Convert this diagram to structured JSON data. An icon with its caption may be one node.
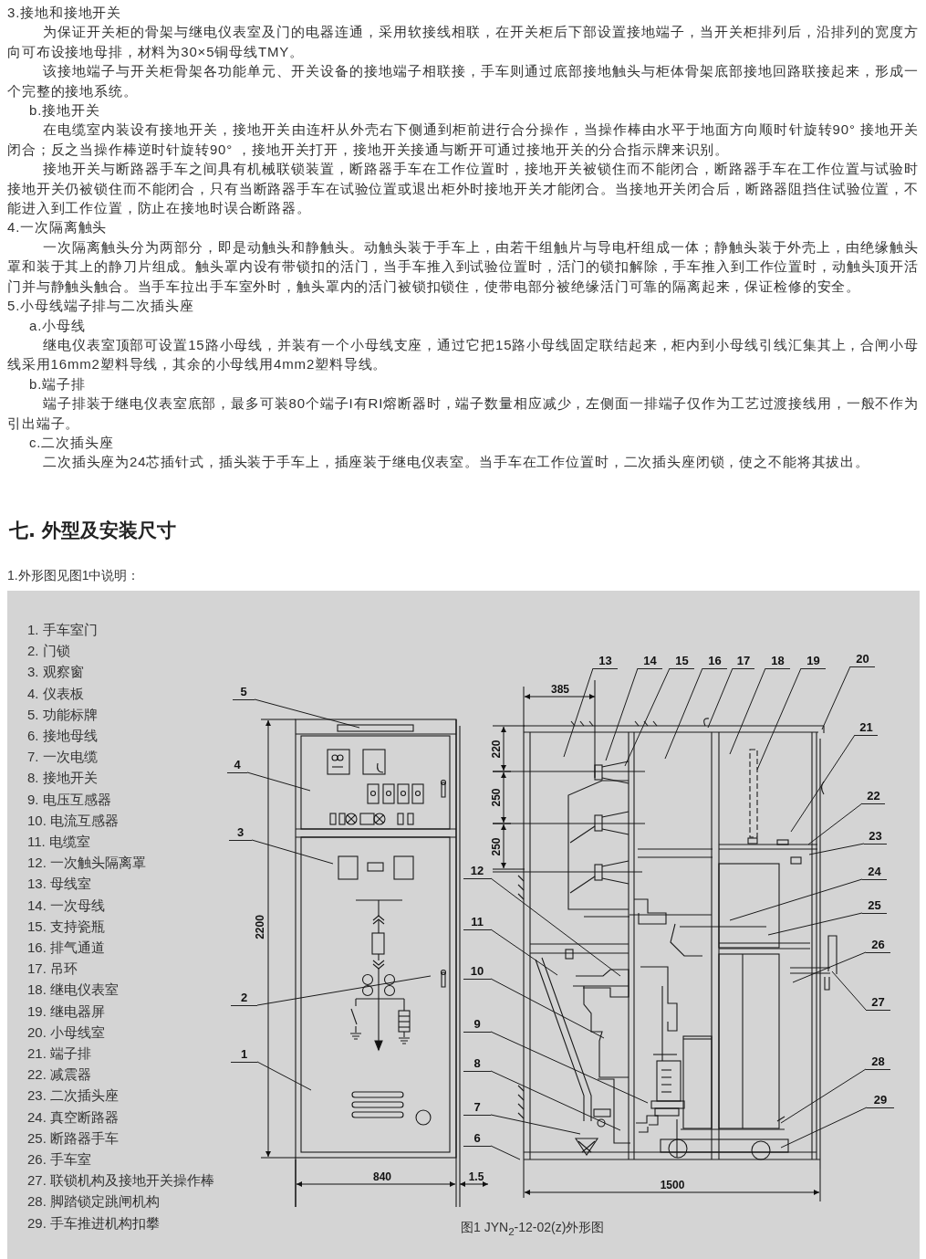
{
  "diagram": {
    "caption": "图1 JYN$_{2}$-12-02(z)外形图",
    "nodes": [
      {
        "text": [
          "1"
        ]
      },
      {
        "text": [
          "2"
        ]
      },
      {
        "text": [
          "3"
        ]
      },
      {
        "text": [
          "4"
        ]
      },
      {
        "text": [
          "5"
        ]
      },
      {
        "text": [
          "6"
        ]
      },
      {
        "text": [
          "7"
        ]
      },
      {
        "text": [
          "8"
        ]
      },
      {
        "text": [
          "9"
        ]
      },
      {
        "text": [
          "10"
        ]
      },
      {
        "text": [
          "11"
        ]
      },
      {
        "text": [
          "12"
        ]
      },
      {
        "text": [
          "13"
        ]
      },
      {
        "text": [
          "14"
        ]
      },
      {
        "text": [
          "15"
        ]
      },
      {
        "text": [
          "16"
        ]
      },
      {
        "text": [
          "17"
        ]
      },
      {
        "text": [
          "18"
        ]
      },
      {
        "text": [
          "19"
        ]
      },
      {
        "text": [
          "20"
        ]
      },
      {
        "text": [
          "21"
        ]
      },
      {
        "text": [
          "22"
        ]
      },
      {
        "text": [
          "23"
        ]
      },
      {
        "text": [
          "24"
        ]
      },
      {
        "text": [
          "25"
        ]
      },
      {
        "text": [
          "26"
        ]
      },
      {
        "text": [
          "27"
        ]
      },
      {
        "text": [
          "28"
        ]
      },
      {
        "text": [
          "29"
        ]
      }
    ],
    "edges": [
      {
        "from": 0,
        "to": null,
        "arrow": "none"
      },
      {
        "from": 1,
        "to": null,
        "arrow": "none"
      },
      {
        "from": 2,
        "to": null,
        "arrow": "none"
      },
      {
        "from": 3,
        "to": null,
        "arrow": "none"
      },
      {
        "from": 4,
        "to": null,
        "arrow": "none"
      },
      {
        "from": 5,
        "to": null,
        "arrow": "none"
      },
      {
        "from": 6,
        "to": null,
        "arrow": "none"
      },
      {
        "from": 7,
        "to": null,
        "arrow": "none"
      },
      {
        "from": 8,
        "to": null,
        "arrow": "none"
      },
      {
        "from": 9,
        "to": null,
        "arrow": "none"
      },
      {
        "from": 10,
        "to": null,
        "arrow": "none"
      },
      {
        "from": 11,
        "to": null,
        "arrow": "none"
      },
      {
        "from": 12,
        "to": null,
        "arrow": "none"
      },
      {
        "from": 13,
        "to": null,
        "arrow": "none"
      },
      {
        "from": 14,
        "to": null,
        "arrow": "none"
      },
      {
        "from": 15,
        "to": null,
        "arrow": "none"
      },
      {
        "from": 16,
        "to": null,
        "arrow": "none"
      },
      {
        "from": 17,
        "to": null,
        "arrow": "none"
      },
      {
        "from": 18,
        "to": null,
        "arrow": "none"
      },
      {
        "from": 19,
        "to": null,
        "arrow": "none"
      },
      {
        "from": 20,
        "to": null,
        "arrow": "none"
      },
      {
        "from": 21,
        "to": null,
        "arrow": "none"
      },
      {
        "from": 22,
        "to": null,
        "arrow": "none"
      },
      {
        "from": 23,
        "to": null,
        "arrow": "none"
      },
      {
        "from": 24,
        "to": null,
        "arrow": "none"
      },
      {
        "from": 25,
        "to": null,
        "arrow": "none"
      },
      {
        "from": 26,
        "to": null,
        "arrow": "none"
      },
      {
        "from": 27,
        "to": null,
        "arrow": "none"
      },
      {
        "from": 28,
        "to": null,
        "arrow": "none"
      }
    ],
    "labels": [
      "3.接地和接地开关",
      "为保证开关柜的骨架与继电仪表室及门的电器连通，采用软接线相联，在开关柜后下部设置接地端子，当开关柜排列后，沿排列的宽度方向可布设接地母排，材料为30×5铜母线TMY。",
      "该接地端子与开关柜骨架各功能单元、开关设备的接地端子相联接，手车则通过底部接地触头与柜体骨架底部接地回路联接起来，形成一个完整的接地系统。",
      "b.接地开关",
      "在电缆室内装设有接地开关，接地开关由连杆从外壳右下侧通到柜前进行合分操作，当操作棒由水平于地面方向顺时针旋转90° 接地开关闭合；反之当操作棒逆时针旋转90° ，接地开关打开，接地开关接通与断开可通过接地开关的分合指示牌来识别。",
      "接地开关与断路器手车之间具有机械联锁装置，断路器手车在工作位置时，接地开关被锁住而不能闭合，断路器手车在工作位置与试验时接地开关仍被锁住而不能闭合，只有当断路器手车在试验位置或退出柜外时接地开关才能闭合。当接地开关闭合后，断路器阻挡住试验位置，不能进入到工作位置，防止在接地时误合断路器。",
      "4.一次隔离触头",
      "一次隔离触头分为两部分，即是动触头和静触头。动触头装于手车上，由若干组触片与导电杆组成一体；静触头装于外壳上，由绝缘触头罩和装于其上的静刀片组成。触头罩内设有带锁扣的活门，当手车推入到试验位置时，活门的锁扣解除，手车推入到工作位置时，动触头顶开活门并与静触头触合。当手车拉出手车室外时，触头罩内的活门被锁扣锁住，使带电部分被绝缘活门可靠的隔离起来，保证检修的安全。",
      "5.小母线端子排与二次插头座",
      "a.小母线",
      "继电仪表室顶部可设置15路小母线，并装有一个小母线支座，通过它把15路小母线固定联结起来，柜内到小母线引线汇集其上，合闸小母线采用16mm2塑料导线，其余的小母线用4mm2塑料导线。",
      "b.端子排",
      "端子排装于继电仪表室底部，最多可装80个端子I有RI熔断器时，端子数量相应减少，左侧面一排端子仅作为工艺过渡接线用，一般不作为引出端子。",
      "c.二次插头座",
      "二次插头座为24芯插针式，插头装于手车上，插座装于继电仪表室。当手车在工作位置时，二次插头座闭锁，使之不能将其拔出。",
      "七. 外型及安装尺寸",
      "1.外形图见图1中说明：",
      "1. 手车室门",
      "2. 门锁",
      "3. 观察窗",
      "4. 仪表板",
      "5. 功能标牌",
      "6. 接地母线",
      "7. 一次电缆",
      "8. 接地开关",
      "9. 电压互感器",
      "10. 电流互感器",
      "11. 电缆室",
      "12. 一次触头隔离罩",
      "13. 母线室",
      "14. 一次母线",
      "15. 支持瓷瓶",
      "16. 排气通道",
      "17. 吊环",
      "18. 继电仪表室",
      "19. 继电器屏",
      "20. 小母线室",
      "21. 端子排",
      "22. 减震器",
      "23. 二次插头座",
      "24. 真空断路器",
      "25. 断路器手车",
      "26. 手车室",
      "27. 联锁机构及接地开关操作棒",
      "28. 脚踏锁定跳闸机构",
      "29. 手车推进机构扣攀",
      "2200",
      "840",
      "1.5",
      "385",
      "220",
      "250",
      "250",
      "1500"
    ]
  }
}
